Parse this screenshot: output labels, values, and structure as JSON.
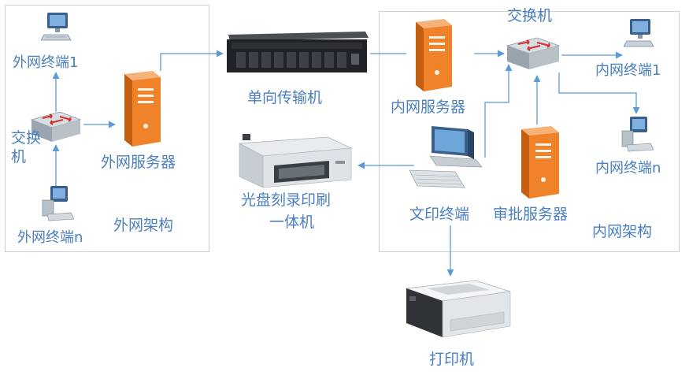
{
  "outer_network": {
    "caption": "外网架构",
    "terminal_top": "外网终端1",
    "switch": "交换机",
    "server": "外网服务器",
    "terminal_bottom": "外网终端n"
  },
  "transfer": {
    "one_way_device": "单向传输机",
    "disc_burner_line1": "光盘刻录印刷",
    "disc_burner_line2": "一体机"
  },
  "inner_network": {
    "caption": "内网架构",
    "switch": "交换机",
    "server": "内网服务器",
    "terminal_1": "内网终端1",
    "terminal_n": "内网终端n",
    "doc_print_terminal": "文印终端",
    "approval_server": "审批服务器"
  },
  "printer": {
    "label": "打印机"
  },
  "colors": {
    "label_text": "#4a7fc0",
    "connector": "#5b9bd5",
    "zone_border": "#c9cfd6",
    "server_orange": "#f0822a",
    "switch_red": "#d32f2f"
  },
  "icons": [
    "monitor-icon",
    "switch-icon",
    "server-icon",
    "rack-unit-icon",
    "disc-printer-icon",
    "desktop-computer-icon",
    "laser-printer-icon"
  ]
}
